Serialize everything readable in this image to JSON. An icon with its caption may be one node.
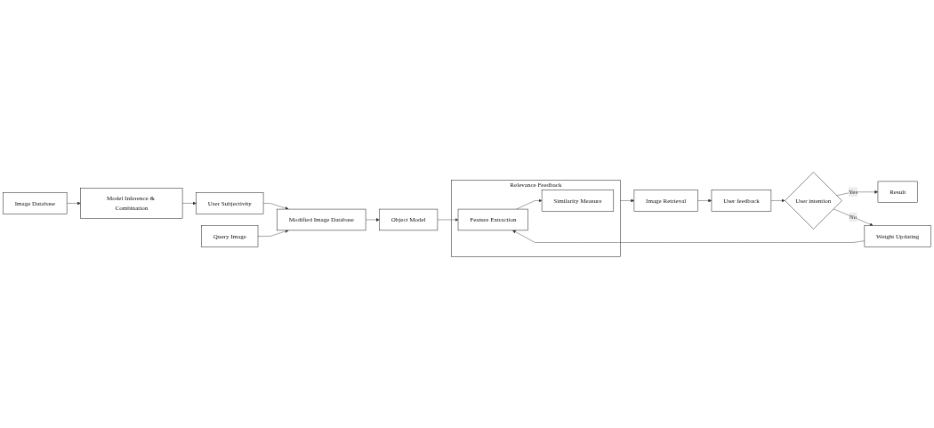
{
  "diagram": {
    "nodes": [
      {
        "text": [
          "Query Image"
        ]
      },
      {
        "text": [
          "Image Database"
        ]
      },
      {
        "text": [
          "Model Inference & Combination"
        ]
      },
      {
        "text": [
          "User Subjectivity"
        ]
      },
      {
        "text": [
          "Modified Image Database"
        ]
      },
      {
        "text": [
          "Object Model"
        ]
      },
      {
        "text": [
          "Relevance Feedback"
        ]
      },
      {
        "text": [
          "Similarity Measure"
        ],
        "in": 6
      },
      {
        "text": [
          "Feature Extraction"
        ],
        "in": 6
      },
      {
        "text": [
          "Image Retrieval"
        ]
      },
      {
        "text": [
          "User feedback"
        ]
      },
      {
        "text": [
          "User intention"
        ]
      },
      {
        "text": [
          "Result"
        ]
      },
      {
        "text": [
          "Weight Updating"
        ]
      }
    ],
    "edges": [
      {
        "from": 1,
        "to": 2,
        "arrow": "to"
      },
      {
        "from": 2,
        "to": 3,
        "arrow": "to"
      },
      {
        "from": 3,
        "to": 4,
        "arrow": "to"
      },
      {
        "from": 0,
        "to": 4,
        "arrow": "to"
      },
      {
        "from": 4,
        "to": 5,
        "arrow": "to"
      },
      {
        "from": 5,
        "to": 8,
        "arrow": "to"
      },
      {
        "from": 8,
        "to": 7,
        "arrow": "to"
      },
      {
        "from": 6,
        "to": 9,
        "arrow": "to"
      },
      {
        "from": 9,
        "to": 10,
        "arrow": "to"
      },
      {
        "from": 10,
        "to": 11,
        "arrow": "to"
      },
      {
        "from": 11,
        "to": 12,
        "arrow": "to",
        "label": "Yes"
      },
      {
        "from": 11,
        "to": 13,
        "arrow": "to",
        "label": "No"
      },
      {
        "from": 13,
        "to": 8,
        "arrow": "to"
      }
    ]
  }
}
